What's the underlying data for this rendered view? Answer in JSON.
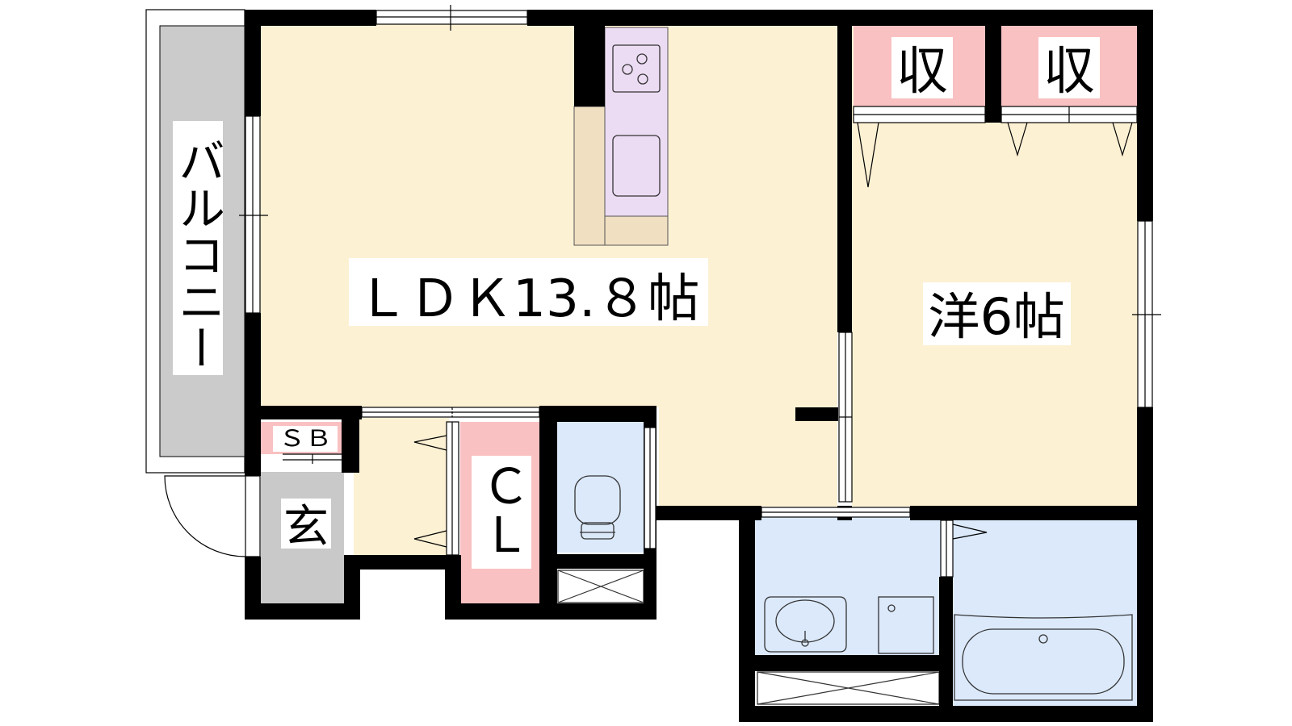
{
  "rooms": {
    "ldk": "ＬＤＫ13.８帖",
    "western": "洋6帖",
    "storage_1": "収",
    "storage_2": "収",
    "balcony": "バルコニー",
    "entrance": "玄",
    "shoe_box": "ＳＢ",
    "closet": "ＣＬ"
  },
  "colors": {
    "wall": "#000000",
    "floor": "#fdf1d4",
    "kitchen": "#ecdcf3",
    "counter": "#f0dfc1",
    "storage": "#f9c1c2",
    "wet_area": "#dbe9fb",
    "balcony": "#cbcbcb",
    "entrance": "#c9c9c9"
  }
}
